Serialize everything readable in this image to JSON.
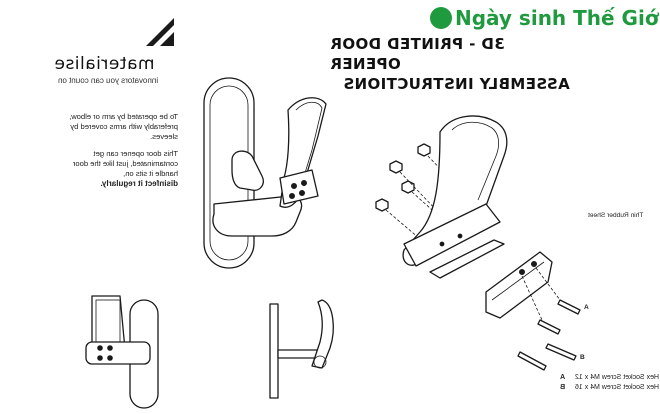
{
  "watermark": {
    "text": "Ngày sinh Thế Giới"
  },
  "brand": {
    "name": "materialise",
    "tagline": "innovators you can count on"
  },
  "title": {
    "line1": "3D - PRINTED DOOR OPENER",
    "line2": "ASSEMBLY INSTRUCTIONS"
  },
  "notes": {
    "usage": "To be operated by arm or elbow, preferably with arms covered by sleeves.",
    "warning": "This door opener can get contaminated, just like the door handle it sits on,",
    "disinfect": "disinfect it regularly."
  },
  "labels": {
    "rubber_sheet": "Thin Rubber Sheet",
    "part_a": "A",
    "part_b": "B"
  },
  "legend": {
    "a_key": "A",
    "a_text": "Hex Socket Screw M4 x 12",
    "b_key": "B",
    "b_text": "Hex Socket Screw M4 x 16"
  },
  "colors": {
    "ink": "#1a1a1a",
    "watermark": "#1f9a3f"
  }
}
